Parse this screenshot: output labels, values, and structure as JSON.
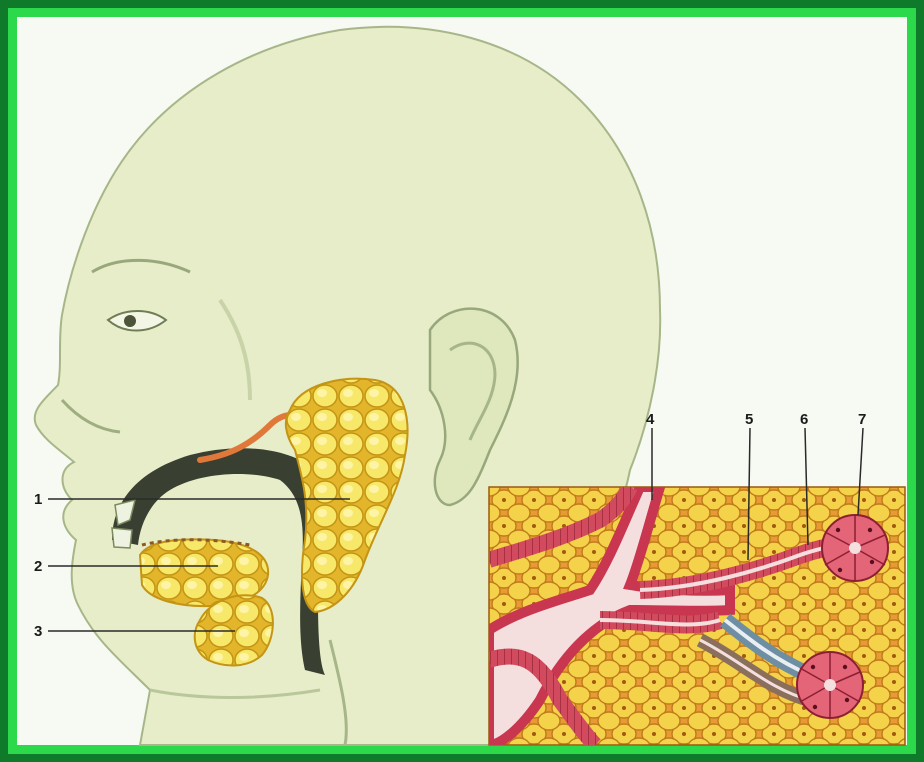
{
  "labels": {
    "l1": "1",
    "l2": "2",
    "l3": "3",
    "l4": "4",
    "l5": "5",
    "l6": "6",
    "l7": "7"
  },
  "colors": {
    "frame_outer": "#0f7a2a",
    "frame_inner": "#2bd94a",
    "background": "#f7f9f3",
    "skin": "#e6edc8",
    "skin_shadow": "#b9c79a",
    "gland": "#f6e25a",
    "gland_outline": "#c99a1a",
    "duct": "#e0783a",
    "mouth": "#3a4031",
    "tissue": "#e9a03a",
    "cell": "#f4d24a",
    "duct_wall": "#c8364f",
    "lumen": "#f4dede",
    "intercalated": "#6e8fa3"
  }
}
